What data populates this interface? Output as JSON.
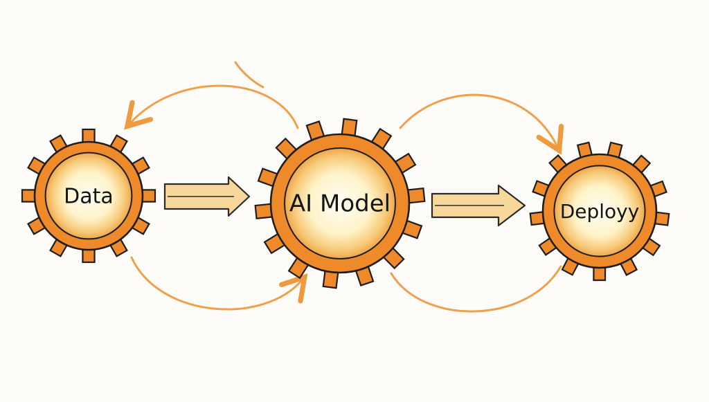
{
  "nodes": [
    {
      "id": "data",
      "label": "Data"
    },
    {
      "id": "model",
      "label": "AI Model"
    },
    {
      "id": "deploy",
      "label": "Deployy"
    }
  ],
  "colors": {
    "background": "#fdfcf9",
    "gear_orange": "#ef8a2b",
    "gear_outline": "#1d1d1d",
    "inner_glow": "#fff3c9",
    "arrow_orange": "#f0a04b",
    "arrow_fill": "#f7d79a",
    "text": "#141414"
  }
}
